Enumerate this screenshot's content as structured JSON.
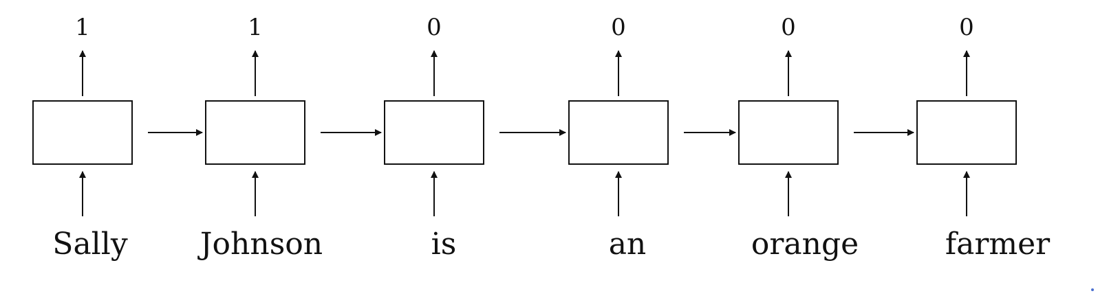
{
  "diagram": {
    "type": "recurrent-sequence-labeling",
    "colors": {
      "stroke": "#111111",
      "text": "#111111",
      "background": "#ffffff"
    },
    "steps": [
      {
        "input": "Sally",
        "output": "1"
      },
      {
        "input": "Johnson",
        "output": "1"
      },
      {
        "input": "is",
        "output": "0"
      },
      {
        "input": "an",
        "output": "0"
      },
      {
        "input": "orange",
        "output": "0"
      },
      {
        "input": "farmer",
        "output": "0"
      }
    ]
  }
}
